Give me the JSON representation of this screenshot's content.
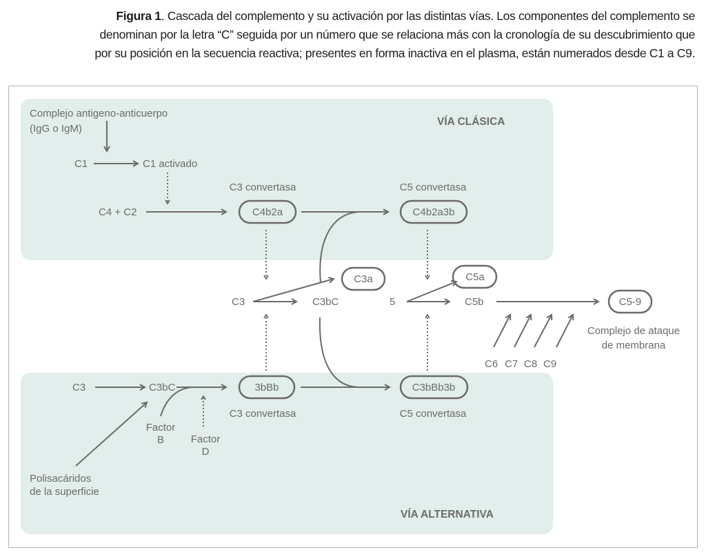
{
  "caption": {
    "label": "Figura 1",
    "line1": ".  Cascada del complemento y su activación por las distintas vías. Los componentes del complemento se",
    "line2": "denominan por la letra “C” seguida por un número que se relaciona más con la cronología de su descubrimiento que",
    "line3": "por su posición en la secuencia reactiva; presentes en forma inactiva en el plasma, están numerados desde C1 a C9."
  },
  "colors": {
    "panel_fill": "#e2eeeb",
    "stroke": "#6b6b6b",
    "frame_border": "#b5b5b5"
  },
  "classic": {
    "title": "VÍA CLÁSICA",
    "trigger_line1": "Complejo antigeno-anticuerpo",
    "trigger_line2": "(IgG o IgM)",
    "c1": "C1",
    "c1_activated": "C1 activado",
    "c4c2": "C4 + C2",
    "c3_convertase_label": "C3 convertasa",
    "c3_convertase_node": "C4b2a",
    "c5_convertase_label": "C5 convertasa",
    "c5_convertase_node": "C4b2a3b"
  },
  "central": {
    "c3": "C3",
    "c3a": "C3a",
    "c3bc": "C3bC",
    "c5": "5",
    "c5a": "C5a",
    "c5b": "C5b",
    "mac_node": "C5-9",
    "mac_label_line1": "Complejo de ataque",
    "mac_label_line2": "de membrana",
    "late_components": [
      "C6",
      "C7",
      "C8",
      "C9"
    ]
  },
  "alternative": {
    "title": "VÍA ALTERNATIVA",
    "c3": "C3",
    "c3bc": "C3bC",
    "factor_b_line1": "Factor",
    "factor_b_line2": "B",
    "factor_d_line1": "Factor",
    "factor_d_line2": "D",
    "polysaccharides_line1": "Polisacáridos",
    "polysaccharides_line2": "de la superficie",
    "c3_convertase_node": "3bBb",
    "c3_convertase_label": "C3 convertasa",
    "c5_convertase_node": "C3bBb3b",
    "c5_convertase_label": "C5 convertasa"
  }
}
